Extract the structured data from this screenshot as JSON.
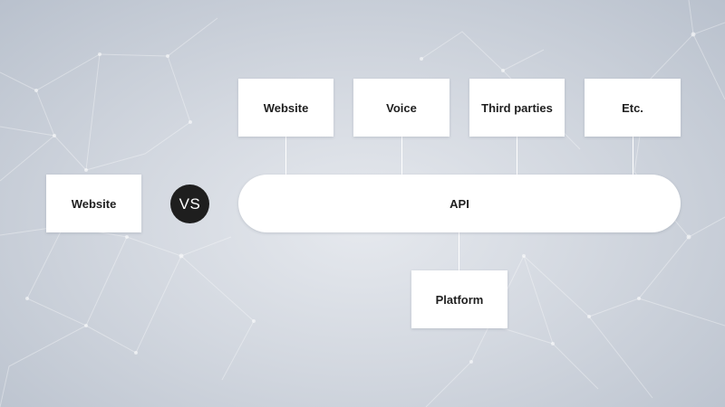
{
  "left": {
    "label": "Website"
  },
  "comparator": {
    "label": "VS"
  },
  "api": {
    "label": "API"
  },
  "channels": [
    {
      "label": "Website"
    },
    {
      "label": "Voice"
    },
    {
      "label": "Third parties"
    },
    {
      "label": "Etc."
    }
  ],
  "platform": {
    "label": "Platform"
  },
  "colors": {
    "box": "#ffffff",
    "badge": "#1e1e1e",
    "text": "#1f1f1f",
    "background": "#d3d8e0"
  }
}
